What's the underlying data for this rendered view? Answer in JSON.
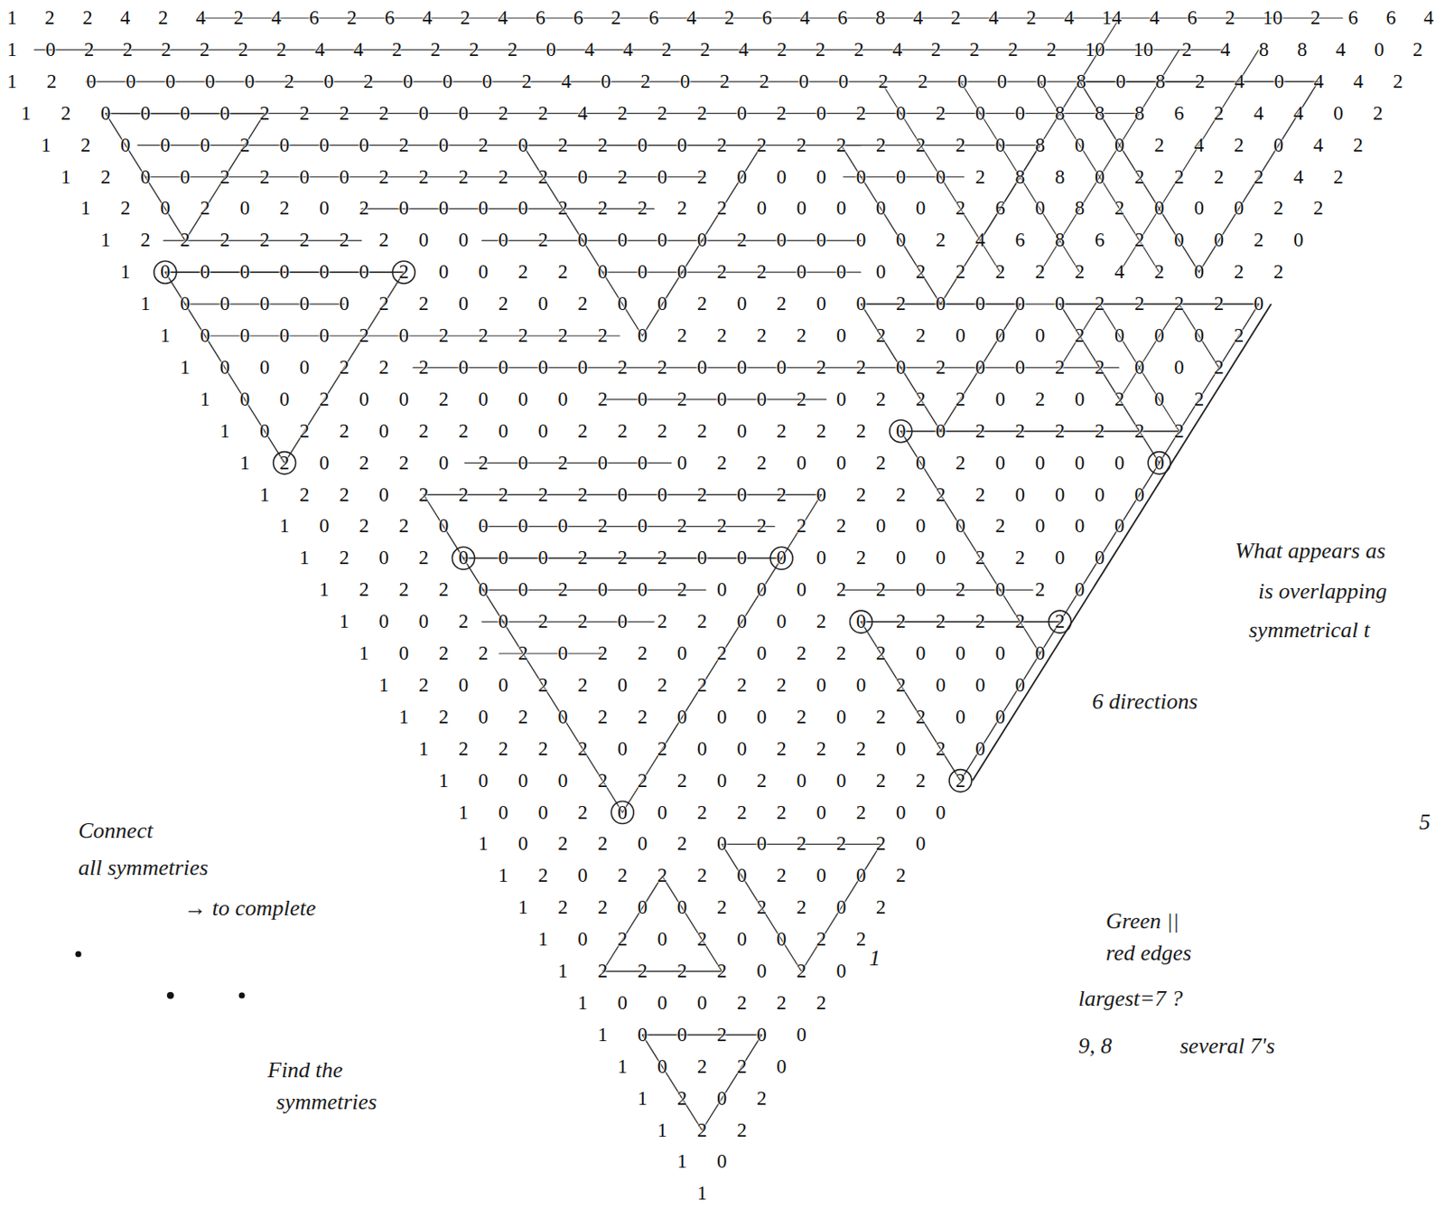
{
  "diagram": {
    "labels": [
      "1 2 2 4 2 4 2 4 6 2 6 4 2 4 6 6 2 6 4 2 6 4 6 8 4 2 4 2 4 14 4 6 2 10 2 6 6 4",
      "1 0 2 2 2 2 2 2 4 4 2 2 2 2 0 4 4 2 2 4 2 2 2 4 2 2 2 2 10 10 2 4 8 8 4 0 2",
      "1 2 0 0 0 0 0 2 0 2 0 0 0 2 4 0 2 0 2 2 0 0 2 2 0 0 0 8 0 8 2 4 0 4 4 2",
      "1 2 0 0 0 0 2 2 2 2 0 0 2 2 4 2 2 2 0 2 0 2 0 2 0 0 8 8 8 6 2 4 4 0 2",
      "1 2 0 0 0 2 0 0 0 2 0 2 0 2 2 0 0 2 2 2 2 2 2 2 0 8 0 0 2 4 2 0 4 2",
      "1 2 0 0 2 2 0 0 2 2 2 2 2 0 2 0 2 0 0 0 0 0 0 2 8 8 0 2 2 2 2 4 2",
      "1 2 0 2 0 2 0 2 0 0 0 0 2 2 2 2 2 0 0 0 0 0 2 6 0 8 2 0 0 0 2 2",
      "1 2 2 2 2 2 2 2 0 0 0 2 0 0 0 0 2 0 0 0 0 2 4 6 8 6 2 0 0 2 0",
      "1 0 0 0 0 0 0 2 0 0 2 2 0 0 0 2 2 0 0 0 2 2 2 2 2 4 2 0 2 2",
      "1 0 0 0 0 0 2 2 0 2 0 2 0 0 2 0 2 0 0 2 0 0 0 0 2 2 2 2 0",
      "1 0 0 0 0 2 0 2 2 2 2 2 0 2 2 2 2 0 2 2 0 0 0 2 0 0 0 2",
      "1 0 0 0 2 2 2 0 0 0 0 2 2 0 0 0 2 2 0 2 0 0 2 2 0 0 2",
      "1 0 0 2 0 0 2 0 0 0 2 0 2 0 0 2 0 2 2 2 0 2 0 2 0 2",
      "1 0 2 2 0 2 2 0 0 2 2 2 2 0 2 2 2 0 0 2 2 2 2 2 2",
      "1 2 0 2 2 0 2 0 2 0 0 0 2 2 0 0 2 0 2 0 0 0 0 0",
      "1 2 2 0 2 2 2 2 2 0 0 2 0 2 0 2 2 2 2 0 0 0 0",
      "1 0 2 2 0 0 0 0 2 0 2 2 2 2 2 0 0 0 2 0 0 0",
      "1 2 0 2 0 0 0 2 2 2 0 0 0 0 2 0 0 2 2 0 0",
      "1 2 2 2 0 0 2 0 0 2 0 0 0 2 2 0 2 0 2 0",
      "1 0 0 2 0 2 2 0 2 2 0 0 2 0 2 2 2 2 2",
      "1 0 2 2 2 0 2 2 0 2 0 2 2 2 0 0 0 0",
      "1 2 0 0 2 2 0 2 2 2 2 0 0 2 0 0 0",
      "1 2 0 2 0 2 2 0 0 0 2 0 2 2 0 0",
      "1 2 2 2 2 0 2 0 0 2 2 2 0 2 0",
      "1 0 0 0 2 2 2 0 2 0 0 2 2 2",
      "1 0 0 2 0 0 2 2 2 0 2 0 0",
      "1 0 2 2 0 2 0 0 2 2 2 0",
      "1 2 0 2 2 2 0 2 0 0 2",
      "1 2 2 0 0 2 2 2 0 2",
      "1 0 2 0 2 0 0 2 2",
      "1 2 2 2 2 0 2 0",
      "1 0 0 0 2 2 2",
      "1 0 0 2 0 0",
      "1 0 2 2 0",
      "1 2 0 2",
      "1 2 2",
      "1 0",
      "1",
      "What appears as",
      "is overlapping",
      "symmetrical t",
      "6 directions",
      "5",
      "Green ||",
      "red edges",
      "largest=7 ?",
      "9, 8",
      "several 7's",
      "Connect",
      "all symmetries",
      "→ to complete",
      "Find the",
      "symmetries",
      "1"
    ]
  }
}
